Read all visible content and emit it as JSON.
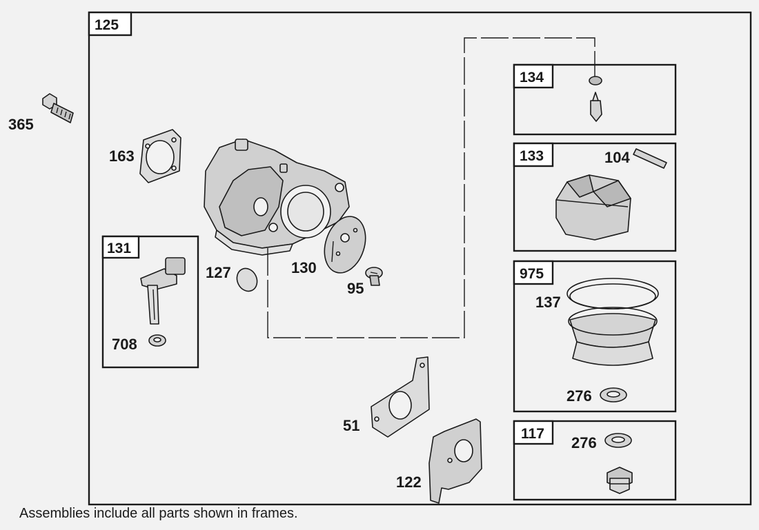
{
  "callouts": {
    "p125": "125",
    "p365": "365",
    "p163": "163",
    "p131": "131",
    "p708": "708",
    "p127": "127",
    "p130": "130",
    "p95": "95",
    "p134": "134",
    "p133": "133",
    "p104": "104",
    "p975": "975",
    "p137": "137",
    "p276a": "276",
    "p117": "117",
    "p276b": "276",
    "p51": "51",
    "p122": "122"
  },
  "footnote": "Assemblies include all parts shown in frames.",
  "colors": {
    "ink": "#1a1a1a",
    "paper": "#f2f2f2",
    "part_fill": "#d4d4d4"
  }
}
